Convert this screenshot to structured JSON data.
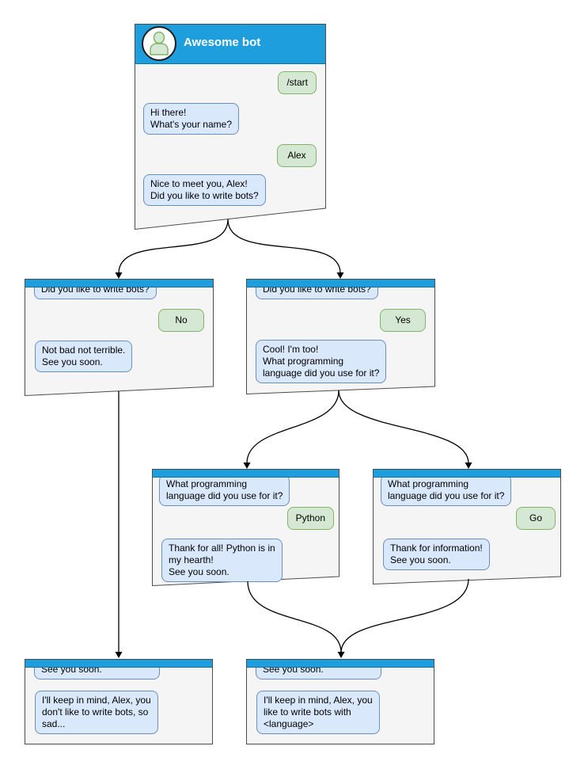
{
  "colors": {
    "header_blue": "#1f9ede",
    "header_border": "#10739e",
    "window_fill": "#f5f5f5",
    "window_border": "#4d4d4d",
    "bot_bubble_fill": "#dae8fc",
    "bot_bubble_border": "#6c8ebf",
    "user_bubble_fill": "#d5e8d4",
    "user_bubble_border": "#82b366",
    "arrow": "#000000"
  },
  "windows": [
    {
      "name": "main",
      "title": "Awesome bot",
      "messages": [
        {
          "from": "user",
          "text": "/start"
        },
        {
          "from": "bot",
          "text": "Hi there!\nWhat's your name?"
        },
        {
          "from": "user",
          "text": "Alex"
        },
        {
          "from": "bot",
          "text": "Nice to meet you, Alex!\nDid you like to write bots?"
        }
      ]
    },
    {
      "name": "branch-no",
      "messages": [
        {
          "from": "bot",
          "text": "Did you like to write bots?"
        },
        {
          "from": "user",
          "text": "No"
        },
        {
          "from": "bot",
          "text": "Not bad not terrible.\nSee you soon."
        }
      ]
    },
    {
      "name": "branch-yes",
      "messages": [
        {
          "from": "bot",
          "text": "Did you like to write bots?"
        },
        {
          "from": "user",
          "text": "Yes"
        },
        {
          "from": "bot",
          "text": "Cool! I'm too!\nWhat programming\nlanguage did you use for it?"
        }
      ]
    },
    {
      "name": "branch-python",
      "messages": [
        {
          "from": "bot",
          "text": "What programming\nlanguage did you use for it?"
        },
        {
          "from": "user",
          "text": "Python"
        },
        {
          "from": "bot",
          "text": "Thank for all! Python is in\nmy hearth!\nSee you soon."
        }
      ]
    },
    {
      "name": "branch-go",
      "messages": [
        {
          "from": "bot",
          "text": "What programming\nlanguage did you use for it?"
        },
        {
          "from": "user",
          "text": "Go"
        },
        {
          "from": "bot",
          "text": "Thank for information!\nSee you soon."
        }
      ]
    },
    {
      "name": "end-no",
      "messages": [
        {
          "from": "bot",
          "text": "See you soon."
        },
        {
          "from": "bot",
          "text": "I'll keep in mind, Alex, you\ndon't like to write bots, so\nsad..."
        }
      ]
    },
    {
      "name": "end-yes",
      "messages": [
        {
          "from": "bot",
          "text": "See you soon."
        },
        {
          "from": "bot",
          "text": "I'll keep in mind, Alex, you\nlike to write bots with\n<language>"
        }
      ]
    }
  ],
  "edges": [
    {
      "from": "main",
      "to": "branch-no"
    },
    {
      "from": "main",
      "to": "branch-yes"
    },
    {
      "from": "branch-no",
      "to": "end-no"
    },
    {
      "from": "branch-yes",
      "to": "branch-python"
    },
    {
      "from": "branch-yes",
      "to": "branch-go"
    },
    {
      "from": "branch-python",
      "to": "end-yes"
    },
    {
      "from": "branch-go",
      "to": "end-yes"
    }
  ]
}
